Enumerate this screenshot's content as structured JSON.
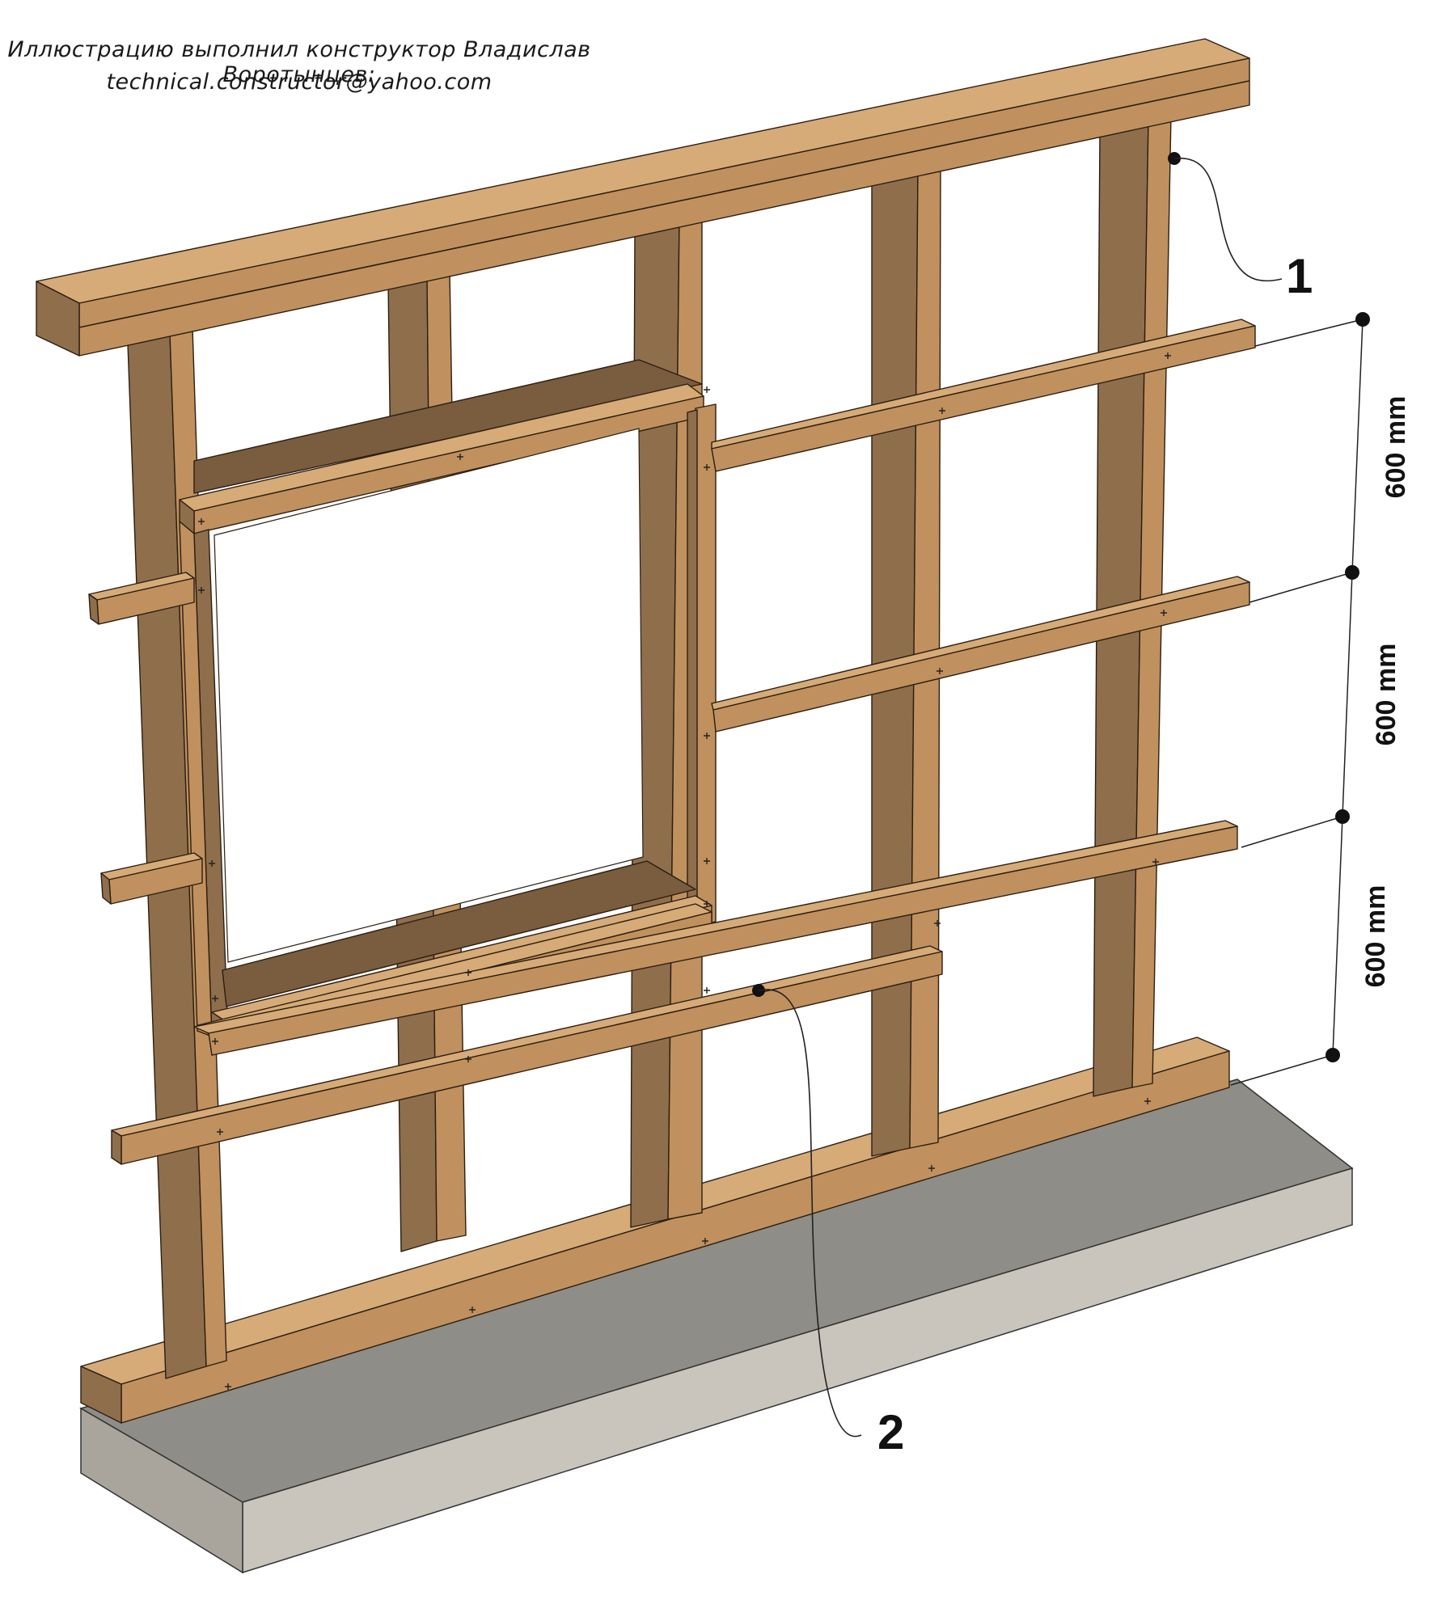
{
  "credit": {
    "line1": "Иллюстрацию выполнил конструктор Владислав Воротынцев:",
    "line2": "technical.constructor@yahoo.com"
  },
  "callouts": {
    "c1": "1",
    "c2": "2"
  },
  "dimensions": [
    {
      "label": "600 mm"
    },
    {
      "label": "600 mm"
    },
    {
      "label": "600 mm"
    }
  ],
  "colors": {
    "wood_front": "#c0915e",
    "wood_side": "#8f6e4c",
    "concrete_top": "#8e8d87",
    "concrete_front": "#c9c5bd"
  }
}
